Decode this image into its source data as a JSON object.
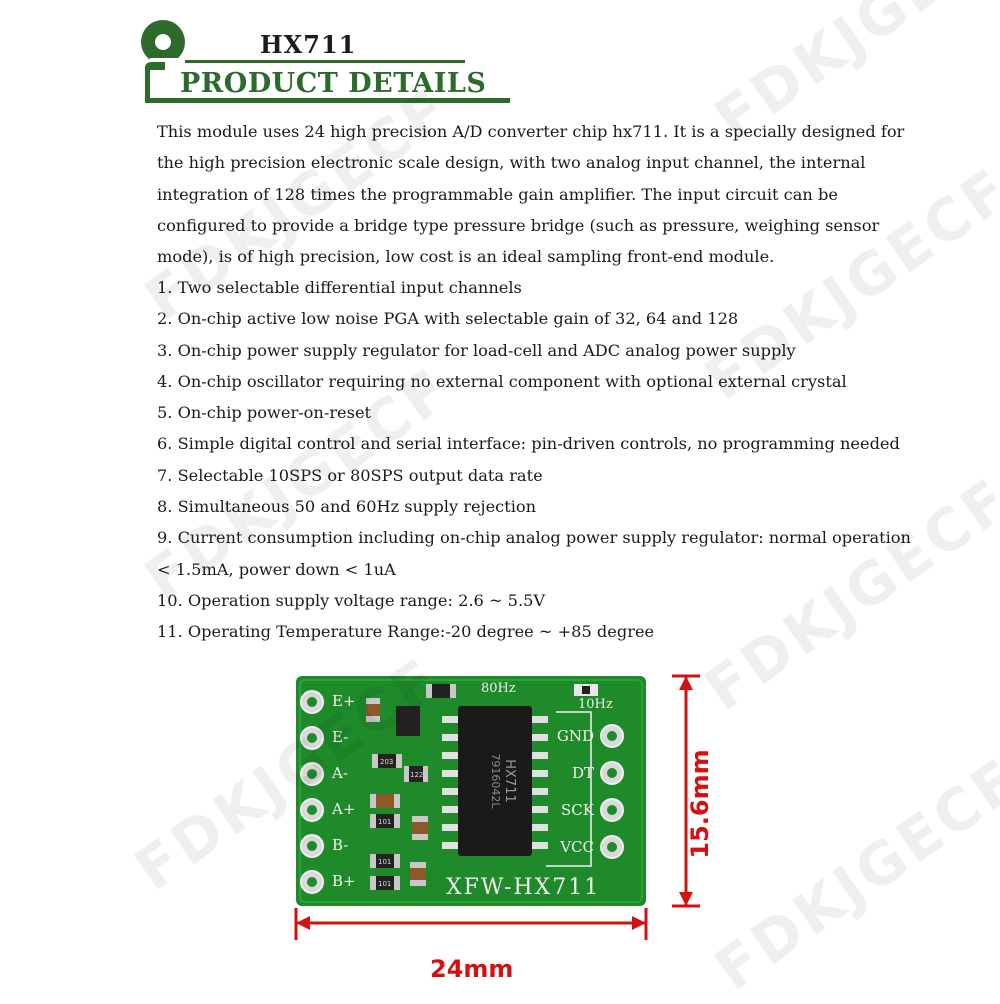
{
  "header": {
    "title": "HX711",
    "subtitle": "PRODUCT DETAILS",
    "bar_color": "#2d6b2d"
  },
  "description": [
    "This module uses 24 high precision A/D converter chip hx711. It is a specially designed for",
    "the high precision electronic scale design, with two analog input channel, the internal",
    "integration of 128 times the programmable gain amplifier. The input circuit can be",
    "configured to provide a bridge type pressure bridge (such as pressure, weighing sensor",
    "mode), is of high precision, low cost is an ideal sampling front-end module."
  ],
  "features": [
    "1. Two selectable differential input channels",
    "2. On-chip active low noise PGA with selectable gain of 32, 64 and 128",
    "3. On-chip power supply regulator for load-cell and ADC analog power supply",
    "4. On-chip oscillator requiring no external component with optional external crystal",
    "5. On-chip power-on-reset",
    "6. Simple digital control and serial interface: pin-driven controls, no programming needed",
    "7. Selectable 10SPS or 80SPS output data rate",
    "8. Simultaneous 50 and 60Hz supply rejection",
    "9. Current consumption including on-chip analog power supply regulator: normal operation",
    "< 1.5mA, power down < 1uA",
    "10. Operation supply voltage range: 2.6 ~ 5.5V",
    "11. Operating Temperature Range:-20 degree ~ +85 degree"
  ],
  "board": {
    "left_pins": [
      "E+",
      "E-",
      "A-",
      "A+",
      "B-",
      "B+"
    ],
    "right_pins": [
      "GND",
      "DT",
      "SCK",
      "VCC"
    ],
    "top_labels": [
      "80Hz",
      "10Hz"
    ],
    "chip_text": "HX711",
    "chip_code": "7916042L",
    "silkscreen": "XFW-HX711",
    "resistor_labels": [
      "203",
      "122",
      "101",
      "101",
      "101"
    ],
    "pcb_color": "#1e8a2a"
  },
  "dimensions": {
    "width": "24mm",
    "height": "15.6mm",
    "color": "#d41010"
  },
  "watermark": "FDKJGECF"
}
